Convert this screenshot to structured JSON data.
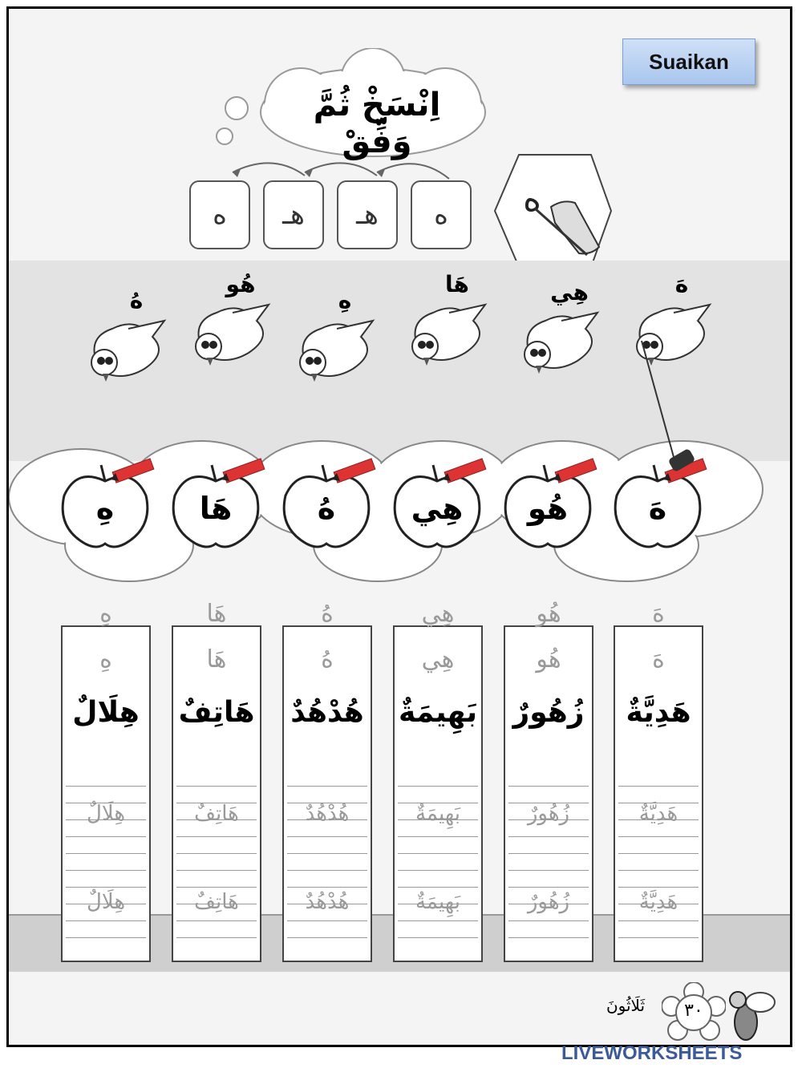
{
  "header": {
    "button_label": "Suaikan",
    "title": "اِنْسَخْ ثُمَّ وَفِّقْ"
  },
  "stroke_steps": [
    "ه",
    "هـ",
    "هـ",
    "ه"
  ],
  "birds": [
    {
      "label": "هَ"
    },
    {
      "label": "هِي"
    },
    {
      "label": "هَا"
    },
    {
      "label": "هِ"
    },
    {
      "label": "هُو"
    },
    {
      "label": "هُ"
    }
  ],
  "apples": [
    {
      "label": "هَ"
    },
    {
      "label": "هُو"
    },
    {
      "label": "هِي"
    },
    {
      "label": "هُ"
    },
    {
      "label": "هَا"
    },
    {
      "label": "هِ"
    }
  ],
  "columns": [
    {
      "trace1": "هَ",
      "trace2": "هَ",
      "word": "هَدِيَّةٌ",
      "copy": "هَدِيَّةٌ"
    },
    {
      "trace1": "هُو",
      "trace2": "هُو",
      "word": "زُهُورٌ",
      "copy": "زُهُورٌ"
    },
    {
      "trace1": "هِي",
      "trace2": "هِي",
      "word": "بَهِيمَةٌ",
      "copy": "بَهِيمَةٌ"
    },
    {
      "trace1": "هُ",
      "trace2": "هُ",
      "word": "هُدْهُدٌ",
      "copy": "هُدْهُدٌ"
    },
    {
      "trace1": "هَا",
      "trace2": "هَا",
      "word": "هَاتِفٌ",
      "copy": "هَاتِفٌ"
    },
    {
      "trace1": "هِ",
      "trace2": "هِ",
      "word": "هِلَالٌ",
      "copy": "هِلَالٌ"
    }
  ],
  "footer": {
    "page_number": "٣٠",
    "page_word": "ثَلَاثُونَ"
  },
  "watermark": "LIVEWORKSHEETS"
}
